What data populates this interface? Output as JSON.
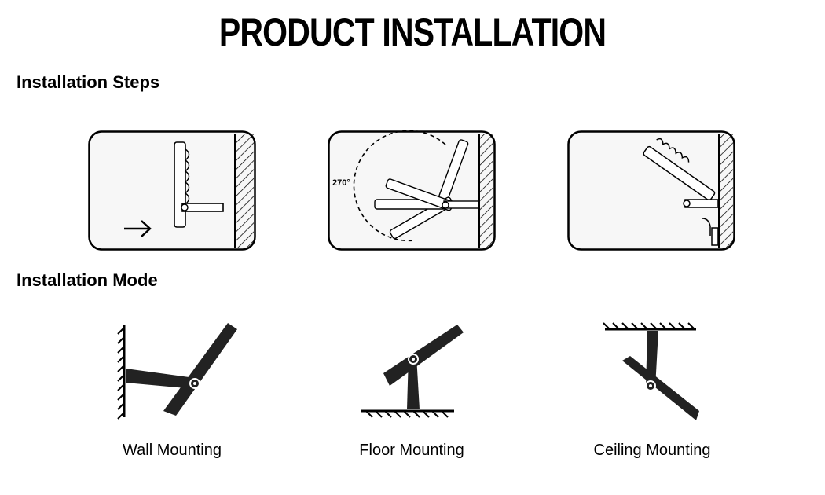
{
  "title": "PRODUCT INSTALLATION",
  "sections": {
    "steps_heading": "Installation Steps",
    "mode_heading": "Installation Mode"
  },
  "steps": [
    {
      "icon": "attach-to-wall-arrow"
    },
    {
      "icon": "rotate-range-arc",
      "angle_label": "270°"
    },
    {
      "icon": "angled-wall-mount"
    }
  ],
  "modes": [
    {
      "label": "Wall Mounting",
      "icon": "wall-mount-icon"
    },
    {
      "label": "Floor Mounting",
      "icon": "floor-mount-icon"
    },
    {
      "label": "Ceiling Mounting",
      "icon": "ceiling-mount-icon"
    }
  ],
  "colors": {
    "ink": "#000000",
    "panel_bg": "#f7f7f7",
    "fixture": "#222222"
  }
}
